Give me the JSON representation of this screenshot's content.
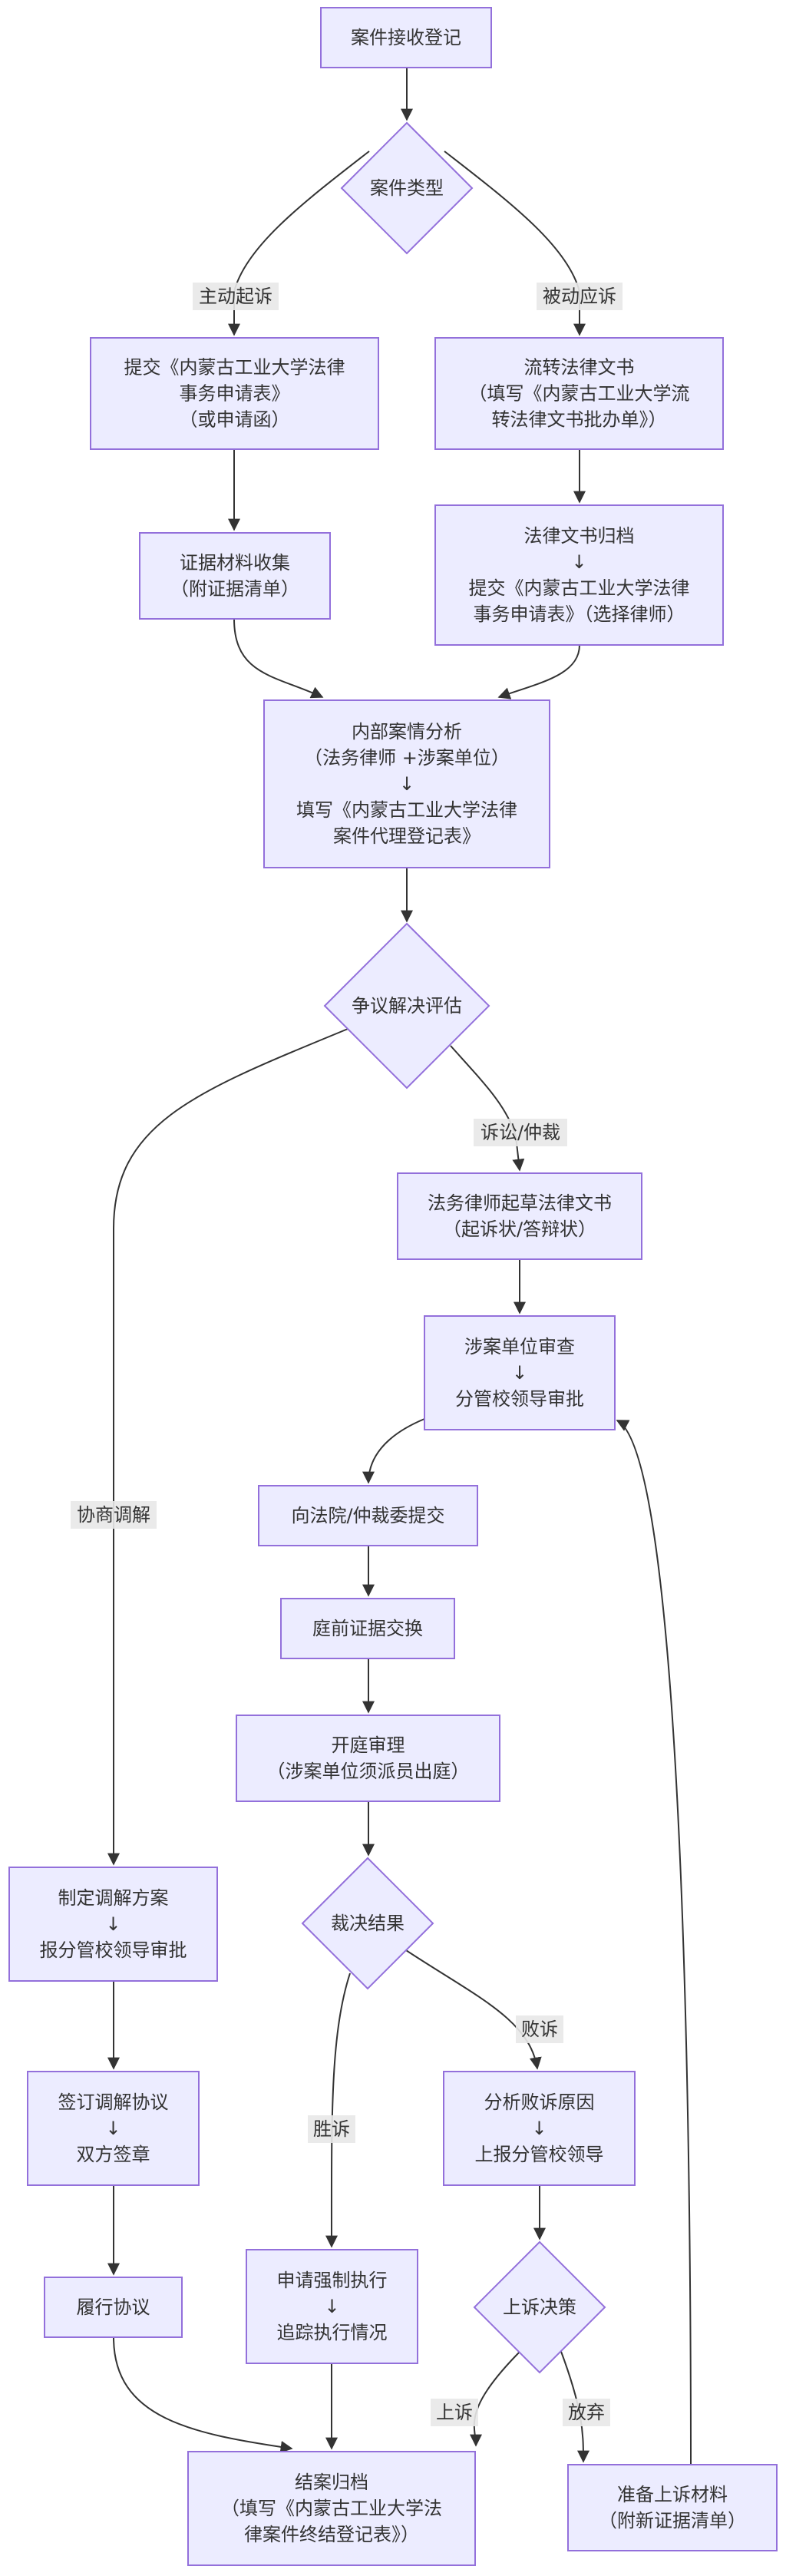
{
  "nodes": {
    "case_register": [
      "案件接收登记"
    ],
    "case_type": [
      "案件类型"
    ],
    "submit_request": [
      "提交《内蒙古工业大学法律",
      "事务申请表》",
      "（或申请函）"
    ],
    "transfer_doc": [
      "流转法律文书",
      "（填写《内蒙古工业大学流",
      "转法律文书批办单》）"
    ],
    "evidence_collect": [
      "证据材料收集",
      "（附证据清单）"
    ],
    "doc_archive": [
      "法律文书归档",
      "↓",
      "提交《内蒙古工业大学法律",
      "事务申请表》（选择律师）"
    ],
    "internal_analysis": [
      "内部案情分析",
      "（法务律师 +涉案单位）",
      "↓",
      "填写《内蒙古工业大学法律",
      "案件代理登记表》"
    ],
    "dispute_eval": [
      "争议解决评估"
    ],
    "draft_doc": [
      "法务律师起草法律文书",
      "（起诉状/答辩状）"
    ],
    "unit_review": [
      "涉案单位审查",
      "↓",
      "分管校领导审批"
    ],
    "submit_court": [
      "向法院/仲裁委提交"
    ],
    "evidence_exchange": [
      "庭前证据交换"
    ],
    "court_hearing": [
      "开庭审理",
      "（涉案单位须派员出庭）"
    ],
    "mediation_plan": [
      "制定调解方案",
      "↓",
      "报分管校领导审批"
    ],
    "verdict": [
      "裁决结果"
    ],
    "sign_agreement": [
      "签订调解协议",
      "↓",
      "双方签章"
    ],
    "analyze_loss": [
      "分析败诉原因",
      "↓",
      "上报分管校领导"
    ],
    "perform": [
      "履行协议"
    ],
    "enforce": [
      "申请强制执行",
      "↓",
      "追踪执行情况"
    ],
    "appeal_decision": [
      "上诉决策"
    ],
    "close_archive": [
      "结案归档",
      "（填写《内蒙古工业大学法",
      "律案件终结登记表》）"
    ],
    "prepare_appeal": [
      "准备上诉材料",
      "（附新证据清单）"
    ]
  },
  "edge_labels": {
    "active_suit": "主动起诉",
    "passive_response": "被动应诉",
    "litigation": "诉讼/仲裁",
    "negotiation": "协商调解",
    "win": "胜诉",
    "lose": "败诉",
    "appeal": "上诉",
    "abandon": "放弃"
  }
}
